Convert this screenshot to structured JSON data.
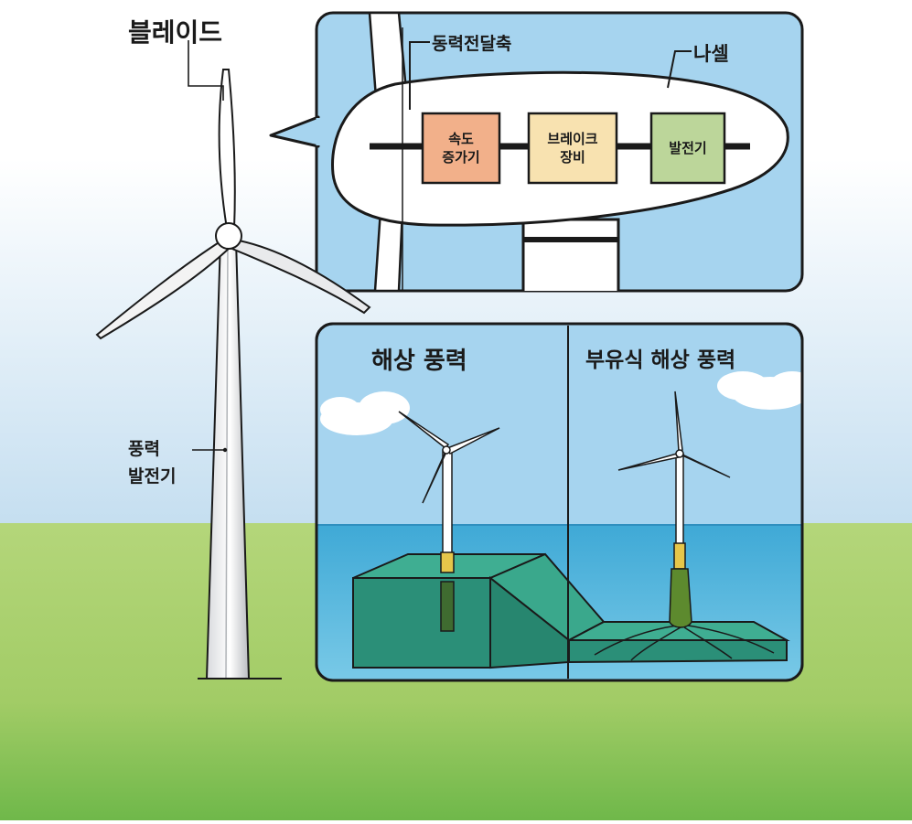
{
  "labels": {
    "blade": "블레이드",
    "shaft": "동력전달축",
    "nacelle": "나셀",
    "gearbox": "속도\n증가기",
    "brake": "브레이크\n장비",
    "generator": "발전기",
    "turbine": "풍력\n발전기",
    "offshore": "해상 풍력",
    "floating": "부유식 해상 풍력"
  },
  "colors": {
    "sky_top": "#ffffff",
    "sky_bottom": "#c9e2f2",
    "grass": "#a9cf6a",
    "panel_sky": "#a6d4ef",
    "sea": "#5cb8dd",
    "seabed": "#2b8f78",
    "gearbox": "#f2b08a",
    "brake": "#f8e2b0",
    "generator": "#bcd69a"
  }
}
